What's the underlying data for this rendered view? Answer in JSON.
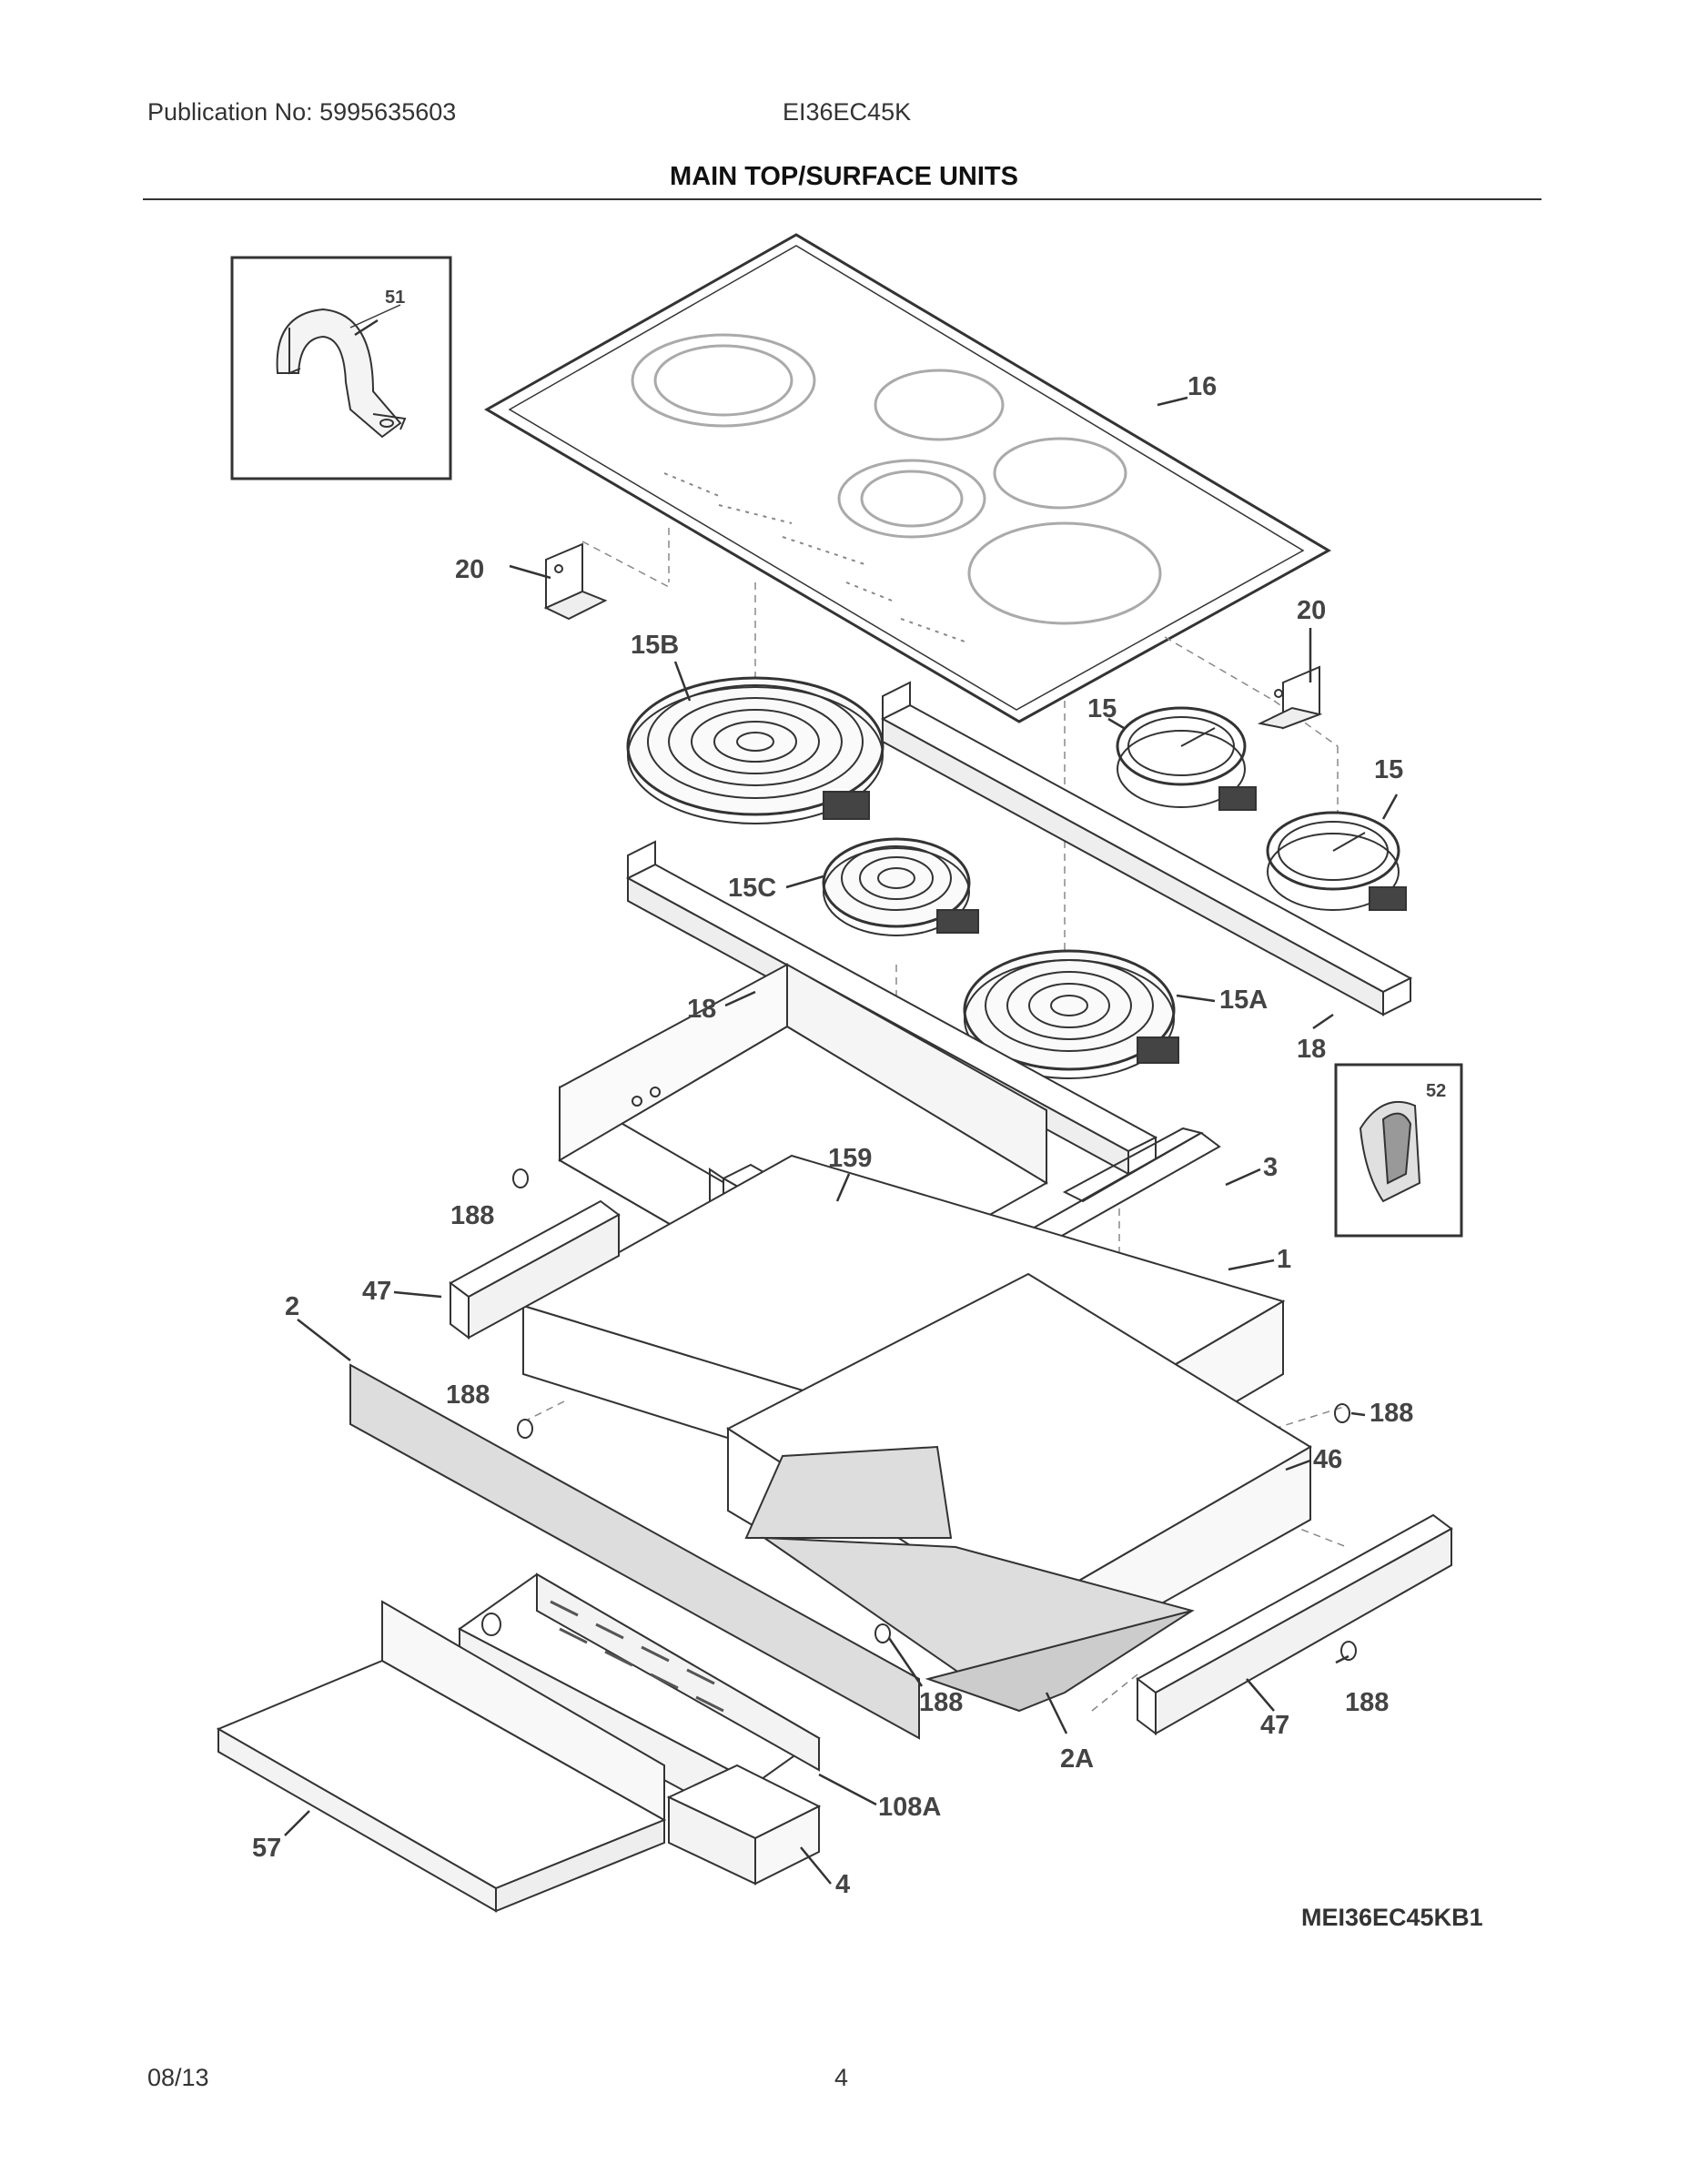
{
  "header": {
    "publication": "Publication No: 5995635603",
    "model": "EI36EC45K",
    "title": "MAIN TOP/SURFACE UNITS"
  },
  "callouts": {
    "c51": "51",
    "c16": "16",
    "c20a": "20",
    "c20b": "20",
    "c15B": "15B",
    "c15a": "15",
    "c15b": "15",
    "c15C": "15C",
    "c18a": "18",
    "c18b": "18",
    "c15A": "15A",
    "c52": "52",
    "c159": "159",
    "c3": "3",
    "c188a": "188",
    "c1": "1",
    "c47a": "47",
    "c2": "2",
    "c188b": "188",
    "c188c": "188",
    "c46": "46",
    "c188d": "188",
    "c188e": "188",
    "c47b": "47",
    "c2A": "2A",
    "c108A": "108A",
    "c57": "57",
    "c4": "4"
  },
  "diagram_code": "MEI36EC45KB1",
  "footer": {
    "date": "08/13",
    "page": "4"
  }
}
